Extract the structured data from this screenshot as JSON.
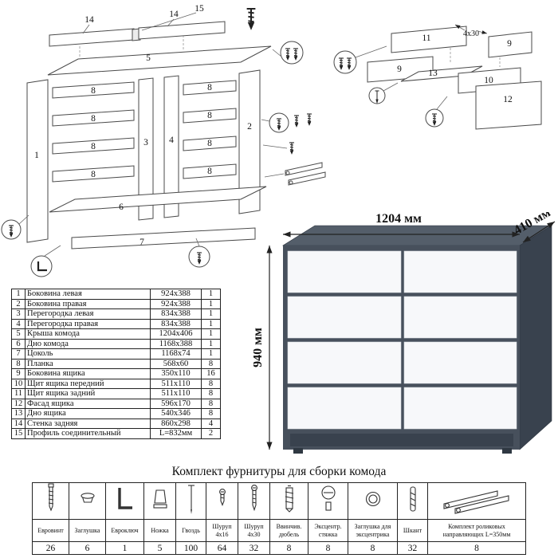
{
  "colors": {
    "body": "#47505c",
    "body-top": "#545e6a",
    "body-side": "#39424e",
    "drawer": "#f7f8fa",
    "dim": "#111111"
  },
  "render": {
    "dim_width": "1204 мм",
    "dim_depth": "410 мм",
    "dim_height": "940 мм"
  },
  "diagram_left": {
    "labels": {
      "p15": "15",
      "p14a": "14",
      "p14b": "14",
      "p5": "5",
      "p1": "1",
      "p2": "2",
      "p3": "3",
      "p4": "4",
      "p6": "6",
      "p7": "7",
      "s1": "8",
      "s2": "8",
      "s3": "8",
      "s4": "8",
      "s5": "8",
      "s6": "8",
      "s7": "8",
      "s8": "8"
    }
  },
  "diagram_right": {
    "labels": {
      "p9a": "9",
      "p9b": "9",
      "p10": "10",
      "p11": "11",
      "p12": "12",
      "p13": "13",
      "fastener": "4x30"
    }
  },
  "parts_table": {
    "rows": [
      {
        "num": "1",
        "name": "Боковина левая",
        "size": "924x388",
        "qty": "1"
      },
      {
        "num": "2",
        "name": "Боковина правая",
        "size": "924x388",
        "qty": "1"
      },
      {
        "num": "3",
        "name": "Перегородка левая",
        "size": "834x388",
        "qty": "1"
      },
      {
        "num": "4",
        "name": "Перегородка правая",
        "size": "834x388",
        "qty": "1"
      },
      {
        "num": "5",
        "name": "Крыша комода",
        "size": "1204x406",
        "qty": "1"
      },
      {
        "num": "6",
        "name": "Дно комода",
        "size": "1168x388",
        "qty": "1"
      },
      {
        "num": "7",
        "name": "Цоколь",
        "size": "1168x74",
        "qty": "1"
      },
      {
        "num": "8",
        "name": "Планка",
        "size": "568x60",
        "qty": "8"
      },
      {
        "num": "9",
        "name": "Боковина ящика",
        "size": "350x110",
        "qty": "16"
      },
      {
        "num": "10",
        "name": "Щит ящика передний",
        "size": "511x110",
        "qty": "8"
      },
      {
        "num": "11",
        "name": "Щит ящика задний",
        "size": "511x110",
        "qty": "8"
      },
      {
        "num": "12",
        "name": "Фасад ящика",
        "size": "596x170",
        "qty": "8"
      },
      {
        "num": "13",
        "name": "Дно ящика",
        "size": "540x346",
        "qty": "8"
      },
      {
        "num": "14",
        "name": "Стенка задняя",
        "size": "860x298",
        "qty": "4"
      },
      {
        "num": "15",
        "name": "Профиль соединительный",
        "size": "L=832мм",
        "qty": "2"
      }
    ]
  },
  "hardware": {
    "title": "Комплект фурнитуры для сборки комода",
    "items": [
      {
        "name": "Евровинт",
        "qty": "26"
      },
      {
        "name": "Заглушка",
        "qty": "6"
      },
      {
        "name": "Евроключ",
        "qty": "1"
      },
      {
        "name": "Ножка",
        "qty": "5"
      },
      {
        "name": "Гвоздь",
        "qty": "100"
      },
      {
        "name": "Шуруп 4x16",
        "qty": "64"
      },
      {
        "name": "Шуруп 4x30",
        "qty": "32"
      },
      {
        "name": "Ввинчив. дюбель",
        "qty": "8"
      },
      {
        "name": "Эксцентр. стяжка",
        "qty": "8"
      },
      {
        "name": "Заглушка для эксцентрика",
        "qty": "8"
      },
      {
        "name": "Шкант",
        "qty": "32"
      },
      {
        "name": "Комплект роликовых направляющих L=350мм",
        "qty": "8"
      }
    ]
  }
}
